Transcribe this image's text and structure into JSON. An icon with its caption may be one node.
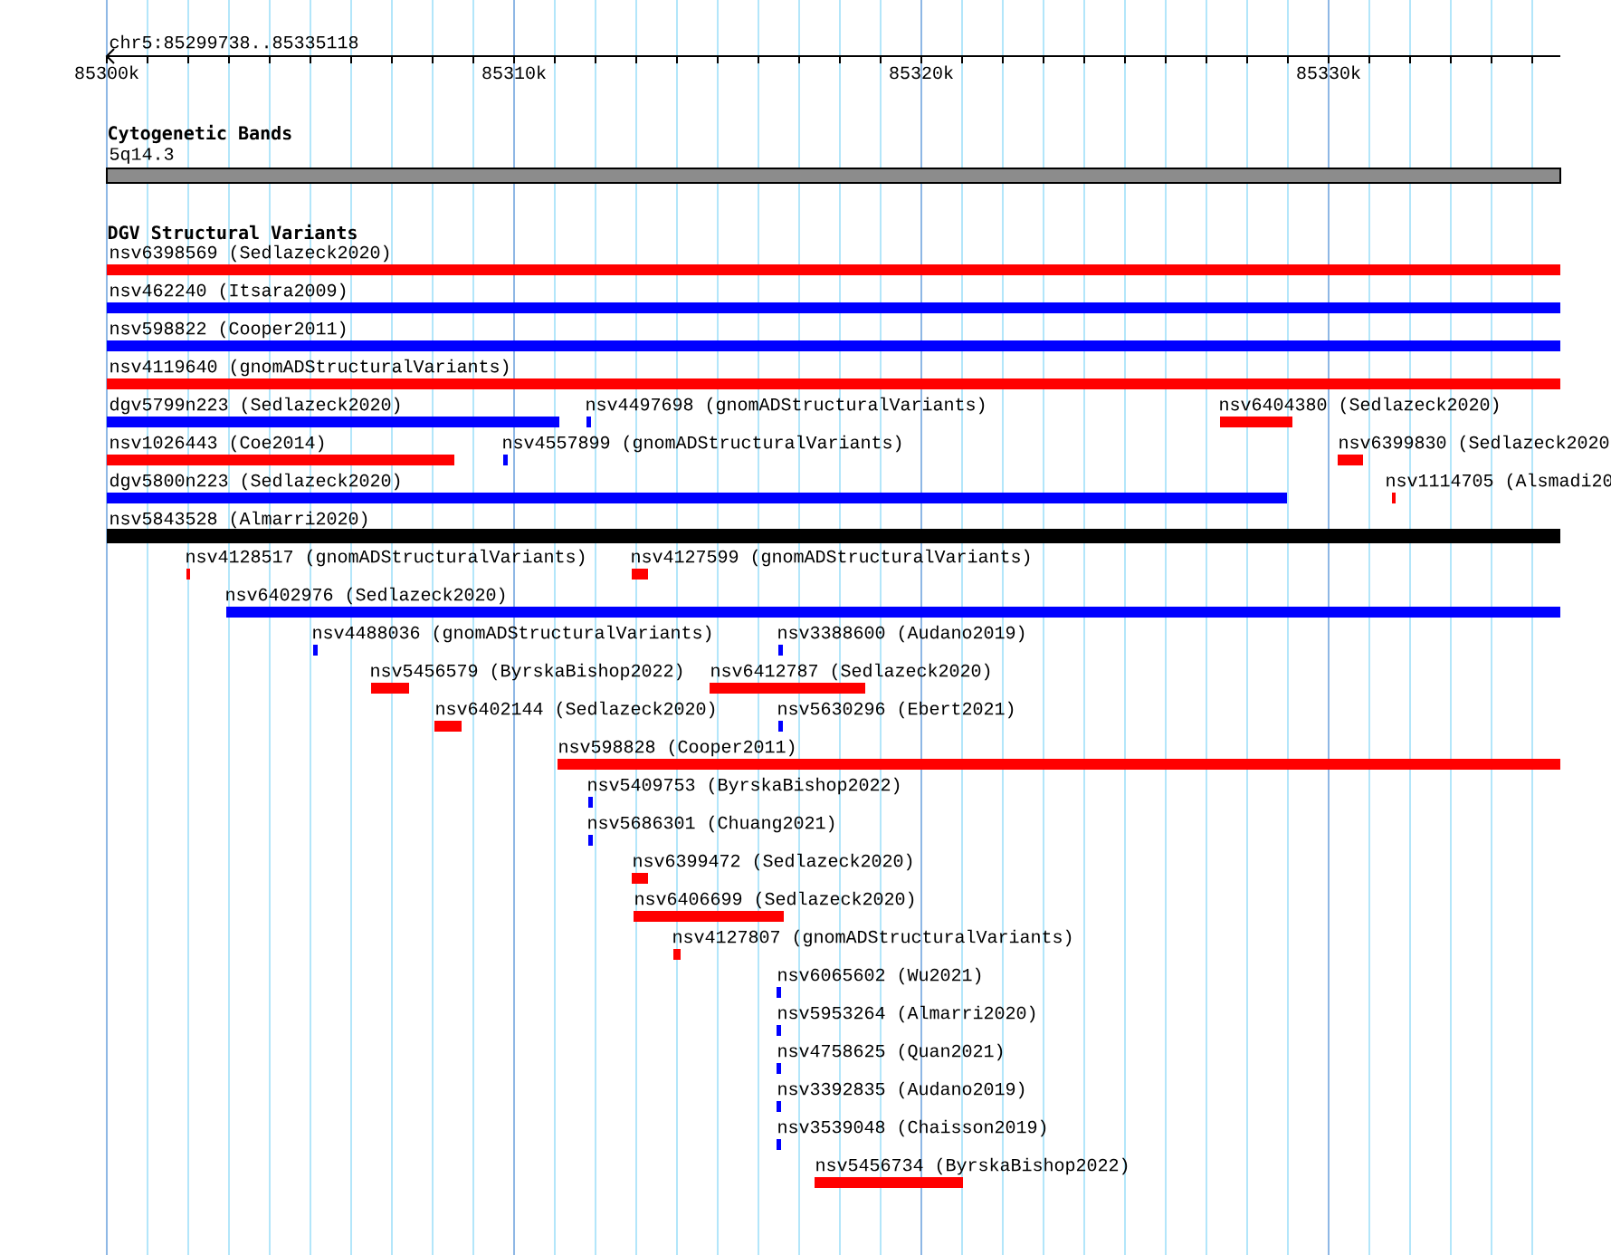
{
  "diagram": {
    "nodes": [
      {
        "text": [
          "5q14.3"
        ]
      },
      {
        "text": [
          "nsv6398569 (Sedlazeck2020)"
        ]
      },
      {
        "text": [
          "nsv462240 (Itsara2009)"
        ]
      },
      {
        "text": [
          "nsv598822 (Cooper2011)"
        ]
      },
      {
        "text": [
          "nsv4119640 (gnomADStructuralVariants)"
        ]
      },
      {
        "text": [
          "dgv5799n223 (Sedlazeck2020)"
        ]
      },
      {
        "text": [
          "nsv4497698 (gnomADStructuralVariants)"
        ]
      },
      {
        "text": [
          "nsv6404380 (Sedlazeck2020)"
        ]
      },
      {
        "text": [
          "nsv1026443 (Coe2014)"
        ]
      },
      {
        "text": [
          "nsv4557899 (gnomADStructuralVariants)"
        ]
      },
      {
        "text": [
          "nsv6399830 (Sedlazeck2020"
        ]
      },
      {
        "text": [
          "dgv5800n223 (Sedlazeck2020)"
        ]
      },
      {
        "text": [
          "nsv1114705 (Alsmadi20"
        ]
      },
      {
        "text": [
          "nsv5843528 (Almarri2020)"
        ]
      },
      {
        "text": [
          "nsv4128517 (gnomADStructuralVariants)"
        ]
      },
      {
        "text": [
          "nsv4127599 (gnomADStructuralVariants)"
        ]
      },
      {
        "text": [
          "nsv6402976 (Sedlazeck2020)"
        ]
      },
      {
        "text": [
          "nsv4488036 (gnomADStructuralVariants)"
        ]
      },
      {
        "text": [
          "nsv3388600 (Audano2019)"
        ]
      },
      {
        "text": [
          "nsv5456579 (ByrskaBishop2022)"
        ]
      },
      {
        "text": [
          "nsv6412787 (Sedlazeck2020)"
        ]
      },
      {
        "text": [
          "nsv6402144 (Sedlazeck2020)"
        ]
      },
      {
        "text": [
          "nsv5630296 (Ebert2021)"
        ]
      },
      {
        "text": [
          "nsv598828 (Cooper2011)"
        ]
      },
      {
        "text": [
          "nsv5409753 (ByrskaBishop2022)"
        ]
      },
      {
        "text": [
          "nsv5686301 (Chuang2021)"
        ]
      },
      {
        "text": [
          "nsv6399472 (Sedlazeck2020)"
        ]
      },
      {
        "text": [
          "nsv6406699 (Sedlazeck2020)"
        ]
      },
      {
        "text": [
          "nsv4127807 (gnomADStructuralVariants)"
        ]
      },
      {
        "text": [
          "nsv6065602 (Wu2021)"
        ]
      },
      {
        "text": [
          "nsv5953264 (Almarri2020)"
        ]
      },
      {
        "text": [
          "nsv4758625 (Quan2021)"
        ]
      },
      {
        "text": [
          "nsv3392835 (Audano2019)"
        ]
      },
      {
        "text": [
          "nsv3539048 (Chaisson2019)"
        ]
      },
      {
        "text": [
          "nsv5456734 (ByrskaBishop2022)"
        ]
      }
    ],
    "labels": [
      "chr5:85299738..85335118",
      "85300k",
      "85310k",
      "85320k",
      "85330k",
      "Cytogenetic Bands",
      "DGV Structural Variants"
    ]
  }
}
